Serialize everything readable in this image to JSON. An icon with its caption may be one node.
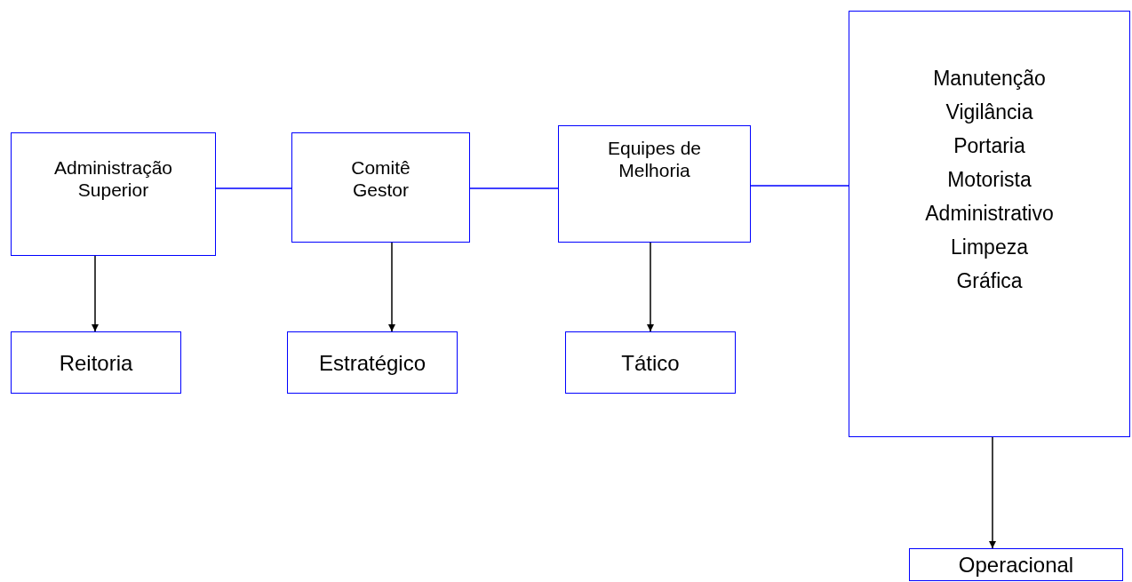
{
  "diagram": {
    "nodes": [
      {
        "text": [
          "Administração Superior"
        ]
      },
      {
        "text": [
          "Comitê Gestor"
        ]
      },
      {
        "text": [
          "Equipes de Melhoria"
        ]
      },
      {
        "text": [
          "Manutenção",
          "Vigilância",
          "Portaria",
          "Motorista",
          "Administrativo",
          "Limpeza",
          "Gráfica"
        ]
      },
      {
        "text": [
          "Reitoria"
        ]
      },
      {
        "text": [
          "Estratégico"
        ]
      },
      {
        "text": [
          "Tático"
        ]
      },
      {
        "text": [
          "Operacional"
        ]
      }
    ],
    "edges": [
      {
        "from": 0,
        "to": 1,
        "arrow": "none",
        "color": "#0000ff"
      },
      {
        "from": 1,
        "to": 2,
        "arrow": "none",
        "color": "#0000ff"
      },
      {
        "from": 2,
        "to": 3,
        "arrow": "none",
        "color": "#0000ff"
      },
      {
        "from": 0,
        "to": 4,
        "arrow": "to"
      },
      {
        "from": 1,
        "to": 5,
        "arrow": "to"
      },
      {
        "from": 2,
        "to": 6,
        "arrow": "to"
      },
      {
        "from": 3,
        "to": 7,
        "arrow": "to"
      }
    ]
  }
}
